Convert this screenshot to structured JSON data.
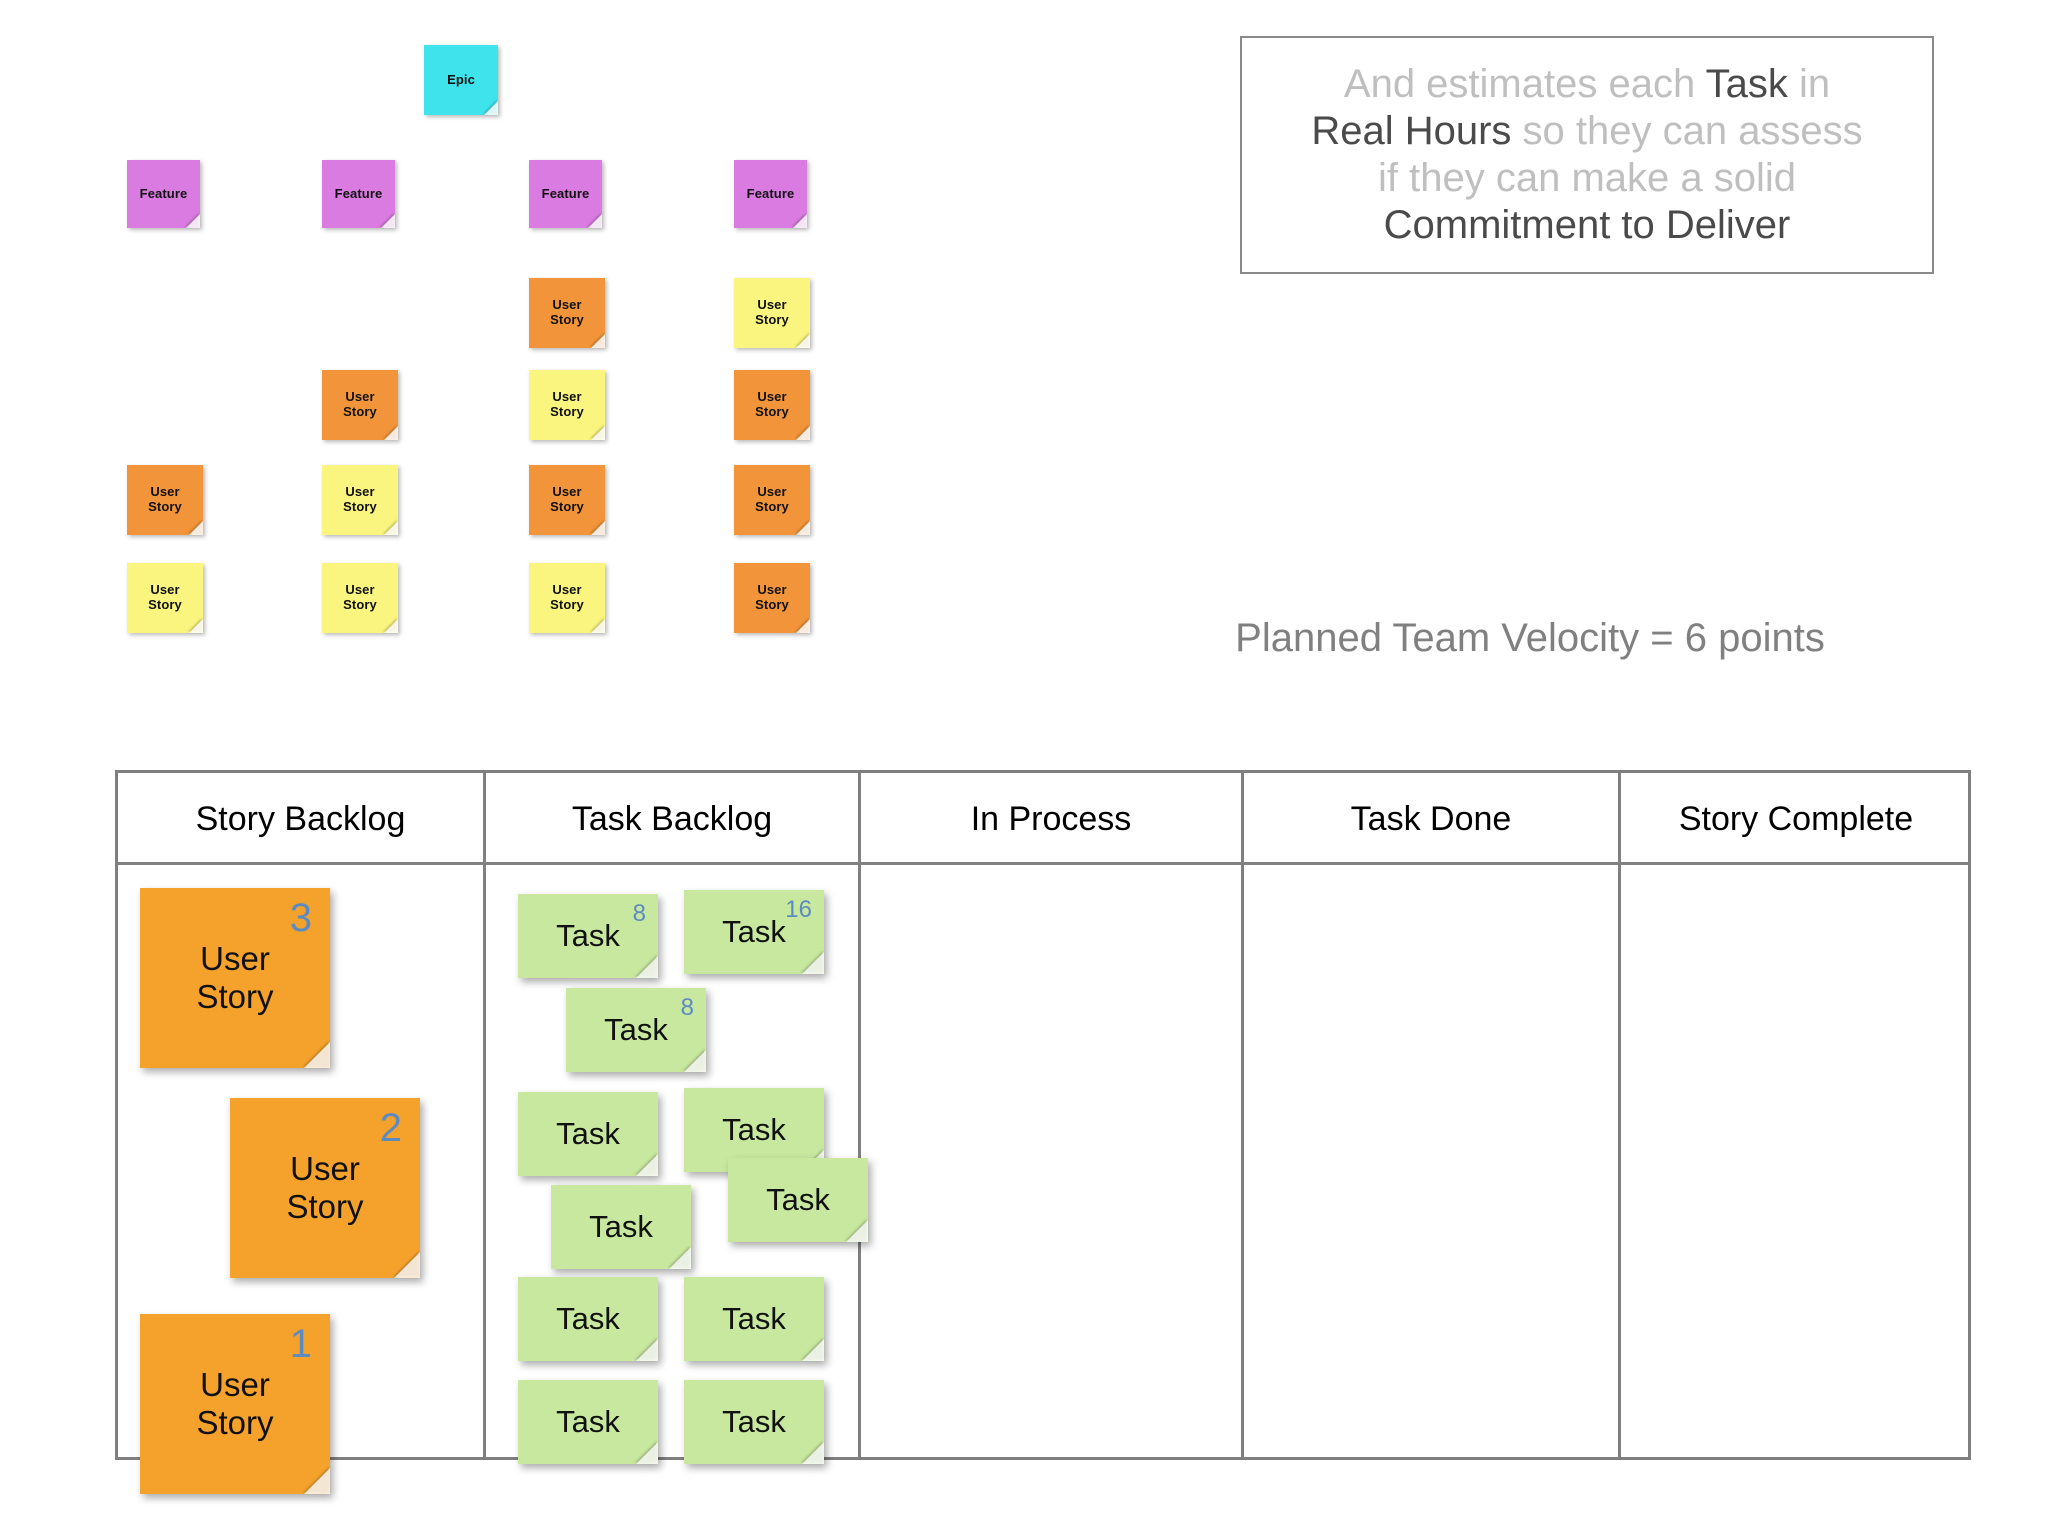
{
  "callout": {
    "lines": [
      [
        {
          "text": "And estimates each ",
          "emphasis": false
        },
        {
          "text": "Task",
          "emphasis": true
        },
        {
          "text": " in",
          "emphasis": false
        }
      ],
      [
        {
          "text": "Real Hours",
          "emphasis": true
        },
        {
          "text": " so they can assess",
          "emphasis": false
        }
      ],
      [
        {
          "text": "if they can make a solid",
          "emphasis": false
        }
      ],
      [
        {
          "text": "Commitment to Deliver",
          "emphasis": true
        }
      ]
    ],
    "plain_text": "And estimates each Task in Real Hours so they can assess if they can make a solid Commitment to Deliver",
    "border_color": "#8A8A8A",
    "muted_color": "#BFBFBF",
    "emphasis_color": "#4A4A4A"
  },
  "velocity": {
    "text": "Planned Team Velocity = 6 points",
    "value": 6,
    "unit": "points",
    "color": "#808080"
  },
  "story_map": {
    "epic": {
      "label": "Epic",
      "color": "#3FE3EC"
    },
    "feature_label": "Feature",
    "feature_color": "#D97BE0",
    "story_label_line1": "User",
    "story_label_line2": "Story",
    "story_colors": {
      "orange": "#F2953A",
      "yellow": "#FAF57E"
    },
    "columns": [
      {
        "feature": "Feature",
        "stories": [
          null,
          null,
          "orange",
          "yellow"
        ]
      },
      {
        "feature": "Feature",
        "stories": [
          null,
          "orange",
          "yellow",
          "yellow"
        ]
      },
      {
        "feature": "Feature",
        "stories": [
          "orange",
          "yellow",
          "orange",
          "yellow"
        ]
      },
      {
        "feature": "Feature",
        "stories": [
          "yellow",
          "orange",
          "orange",
          "orange"
        ]
      }
    ]
  },
  "board": {
    "columns": [
      {
        "title": "Story Backlog"
      },
      {
        "title": "Task Backlog"
      },
      {
        "title": "In Process"
      },
      {
        "title": "Task Done"
      },
      {
        "title": "Story Complete"
      }
    ],
    "border_color": "#7F7F7F",
    "story_color": "#F5A22D",
    "task_color": "#C8E8A0",
    "badge_color": "#5B8BC0",
    "story_cards": [
      {
        "line1": "User",
        "line2": "Story",
        "points": "3"
      },
      {
        "line1": "User",
        "line2": "Story",
        "points": "2"
      },
      {
        "line1": "User",
        "line2": "Story",
        "points": "1"
      }
    ],
    "task_groups": [
      {
        "story_points": "3",
        "tasks": [
          {
            "label": "Task",
            "hours": "8"
          },
          {
            "label": "Task",
            "hours": "16"
          },
          {
            "label": "Task",
            "hours": "8"
          }
        ]
      },
      {
        "story_points": "2",
        "tasks": [
          {
            "label": "Task",
            "hours": ""
          },
          {
            "label": "Task",
            "hours": ""
          },
          {
            "label": "Task",
            "hours": ""
          },
          {
            "label": "Task",
            "hours": ""
          }
        ]
      },
      {
        "story_points": "1",
        "tasks": [
          {
            "label": "Task",
            "hours": ""
          },
          {
            "label": "Task",
            "hours": ""
          },
          {
            "label": "Task",
            "hours": ""
          },
          {
            "label": "Task",
            "hours": ""
          }
        ]
      }
    ]
  }
}
